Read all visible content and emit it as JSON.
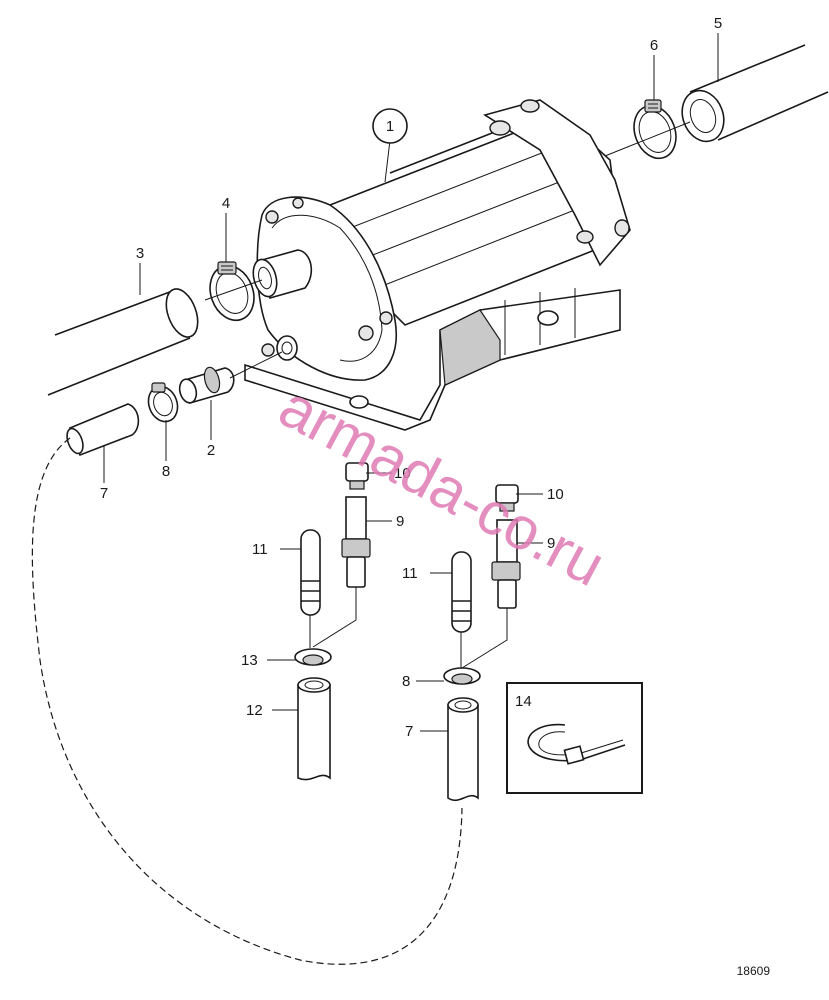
{
  "diagram": {
    "drawing_number": "18609",
    "watermark": "armada-co.ru",
    "callouts": {
      "item_1": "1",
      "item_2": "2",
      "item_3": "3",
      "item_4": "4",
      "item_5": "5",
      "item_6": "6",
      "item_7_upper": "7",
      "item_8_upper": "8",
      "item_10_left": "10",
      "item_9_left": "9",
      "item_10_right": "10",
      "item_9_right": "9",
      "item_11_left": "11",
      "item_11_right": "11",
      "item_13": "13",
      "item_12": "12",
      "item_8_lower": "8",
      "item_7_lower": "7",
      "item_14": "14"
    }
  }
}
